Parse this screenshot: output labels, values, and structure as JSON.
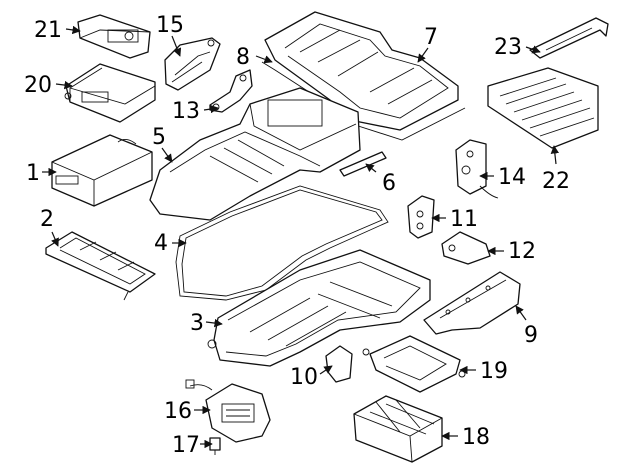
{
  "callouts": [
    {
      "id": "c21",
      "text": "21"
    },
    {
      "id": "c15",
      "text": "15"
    },
    {
      "id": "c8",
      "text": "8"
    },
    {
      "id": "c7",
      "text": "7"
    },
    {
      "id": "c23",
      "text": "23"
    },
    {
      "id": "c20",
      "text": "20"
    },
    {
      "id": "c13",
      "text": "13"
    },
    {
      "id": "c5",
      "text": "5"
    },
    {
      "id": "c1",
      "text": "1"
    },
    {
      "id": "c6",
      "text": "6"
    },
    {
      "id": "c14",
      "text": "14"
    },
    {
      "id": "c22",
      "text": "22"
    },
    {
      "id": "c2",
      "text": "2"
    },
    {
      "id": "c11",
      "text": "11"
    },
    {
      "id": "c4",
      "text": "4"
    },
    {
      "id": "c12",
      "text": "12"
    },
    {
      "id": "c3",
      "text": "3"
    },
    {
      "id": "c9",
      "text": "9"
    },
    {
      "id": "c10",
      "text": "10"
    },
    {
      "id": "c19",
      "text": "19"
    },
    {
      "id": "c16",
      "text": "16"
    },
    {
      "id": "c18",
      "text": "18"
    },
    {
      "id": "c17",
      "text": "17"
    }
  ]
}
